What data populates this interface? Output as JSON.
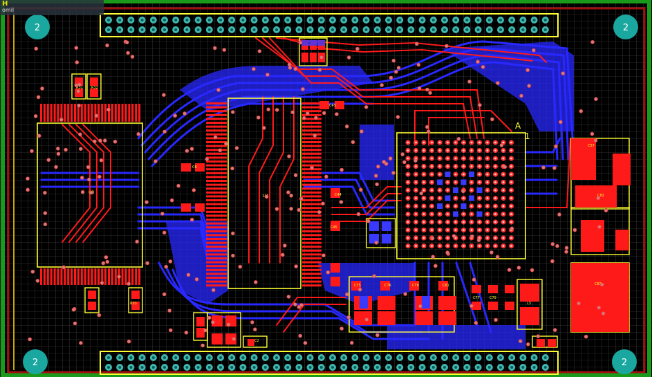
{
  "hud": {
    "line1": "H",
    "line2": "omil"
  },
  "colors": {
    "background": "#000000",
    "grid": "#5a5a5a",
    "top_copper": "#ff1a1a",
    "bottom_copper": "#2828ff",
    "silkscreen": "#ffff33",
    "board_edge_outer": "#1a9a1a",
    "board_edge_inner": "#a01010",
    "mounting_hole": "#1aa7a0",
    "pad_teal": "#40b8b0"
  },
  "mounting_holes": [
    {
      "name": "mounting-hole-top-left",
      "label": "2"
    },
    {
      "name": "mounting-hole-top-right",
      "label": "2"
    },
    {
      "name": "mounting-hole-bottom-left",
      "label": "2"
    },
    {
      "name": "mounting-hole-bottom-right",
      "label": "2"
    }
  ],
  "components": [
    {
      "name": "connector-top-header",
      "label": ""
    },
    {
      "name": "connector-bottom-header",
      "label": ""
    },
    {
      "name": "ic-tsop-left",
      "label": "U3"
    },
    {
      "name": "ic-tsop-center",
      "label": "U4"
    },
    {
      "name": "ic-bga-main",
      "label": "A"
    },
    {
      "name": "ic-bga-pin1",
      "label": "1"
    },
    {
      "name": "power-section-right",
      "label": ""
    }
  ],
  "small_parts": [
    {
      "name": "part-c2",
      "label": "C2"
    },
    {
      "name": "part-c6",
      "label": "C6"
    },
    {
      "name": "part-c43",
      "label": "C43"
    },
    {
      "name": "part-c44",
      "label": "C44"
    },
    {
      "name": "part-c45",
      "label": "C45"
    },
    {
      "name": "part-c57",
      "label": "C57"
    },
    {
      "name": "part-c75",
      "label": "C75"
    },
    {
      "name": "part-c76",
      "label": "C76"
    },
    {
      "name": "part-c77",
      "label": "C77"
    },
    {
      "name": "part-c78",
      "label": "C78"
    },
    {
      "name": "part-c79",
      "label": "C79"
    },
    {
      "name": "part-c81",
      "label": "C81"
    },
    {
      "name": "part-c82",
      "label": "C82"
    },
    {
      "name": "part-c83",
      "label": "C83"
    },
    {
      "name": "part-l3",
      "label": "L3"
    },
    {
      "name": "part-r31",
      "label": "R31"
    },
    {
      "name": "part-r32",
      "label": "R32"
    },
    {
      "name": "part-r33",
      "label": "R33"
    }
  ]
}
